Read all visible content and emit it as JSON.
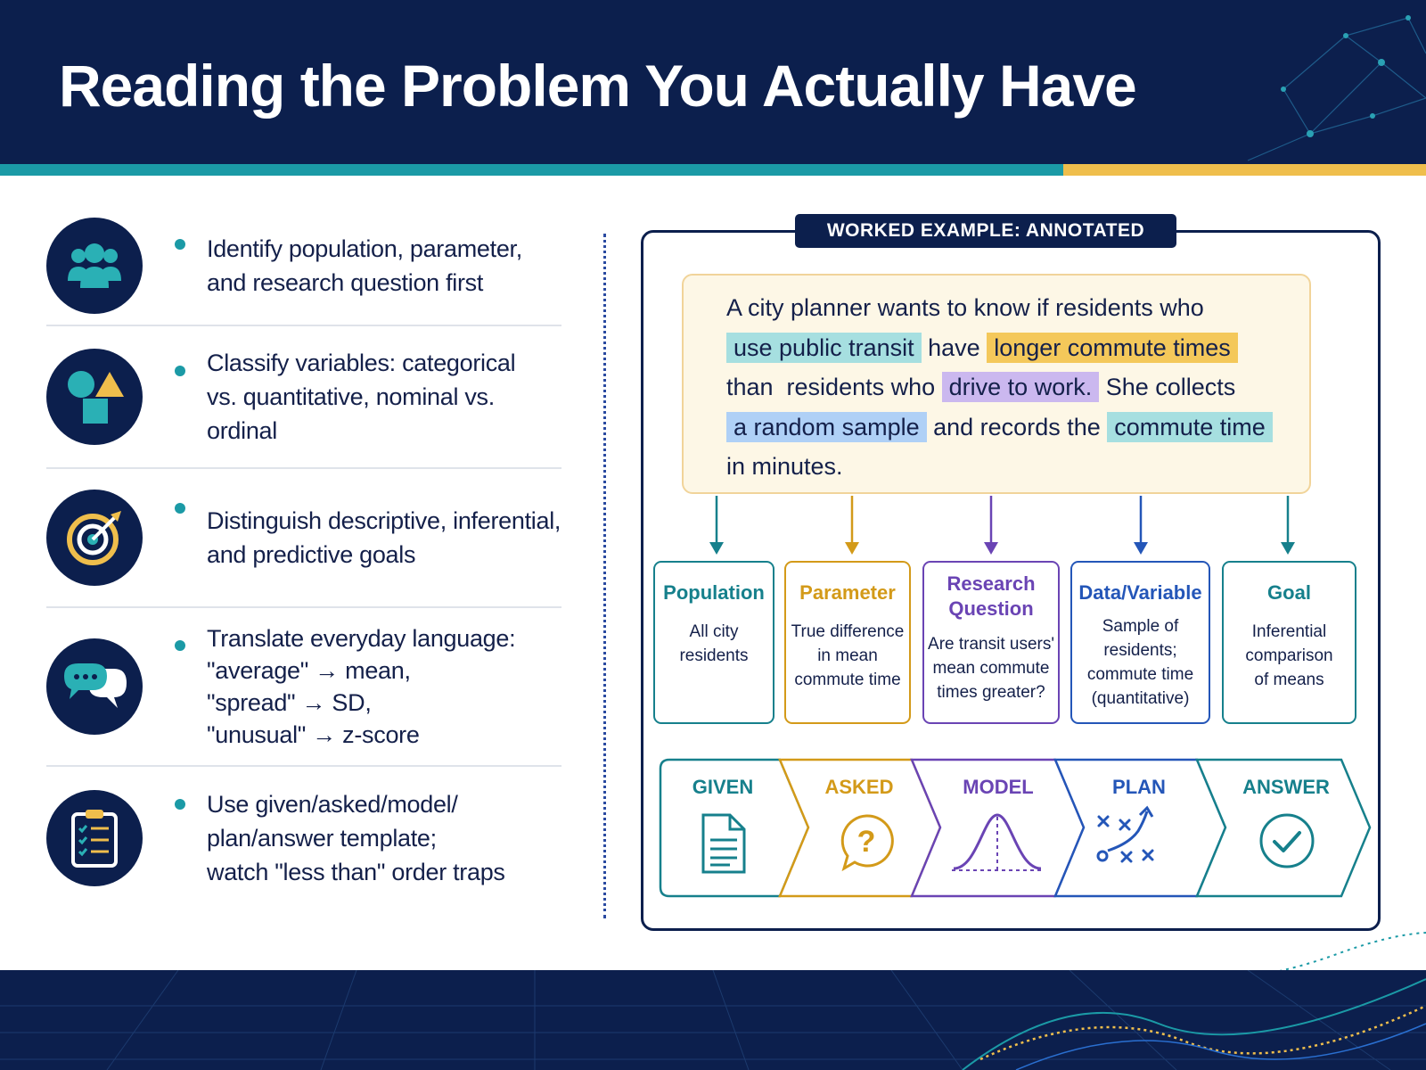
{
  "header": {
    "title": "Reading the Problem You Actually Have"
  },
  "left_items": [
    {
      "icon": "people-icon",
      "text": "Identify population, parameter,\nand research question first"
    },
    {
      "icon": "shapes-icon",
      "text": "Classify variables: categorical\nvs. quantitative, nominal vs. ordinal"
    },
    {
      "icon": "target-icon",
      "text": "Distinguish descriptive, inferential,\nand predictive goals"
    },
    {
      "icon": "chat-bubbles-icon",
      "text": "Translate everyday language:\n\"average\" → mean,\n\"spread\" → SD,\n\"unusual\" → z-score"
    },
    {
      "icon": "clipboard-checklist-icon",
      "text": "Use given/asked/model/\nplan/answer template;\nwatch \"less than\" order traps"
    }
  ],
  "example": {
    "tab_label": "WORKED EXAMPLE: ANNOTATED",
    "problem": {
      "l1": "A city planner wants to know if residents who",
      "h_transit": "use public transit",
      "t_have": "have",
      "h_longer": "longer commute times",
      "t_than": "than  residents who",
      "h_drive": "drive to work.",
      "t_collects": "She collects",
      "h_sample": "a random sample",
      "t_records": "and records the",
      "h_time": "commute time",
      "t_end": "in minutes."
    },
    "categories": [
      {
        "title": "Population",
        "desc": "All city\nresidents",
        "color": "#16808c"
      },
      {
        "title": "Parameter",
        "desc": "True difference\nin mean\ncommute time",
        "color": "#d39a19"
      },
      {
        "title": "Research\nQuestion",
        "desc": "Are transit users'\nmean commute\ntimes greater?",
        "color": "#6a44b4"
      },
      {
        "title": "Data/Variable",
        "desc": "Sample of\nresidents;\ncommute time\n(quantitative)",
        "color": "#2456b8"
      },
      {
        "title": "Goal",
        "desc": "Inferential\ncomparison\nof means",
        "color": "#16808c"
      }
    ],
    "steps": [
      {
        "label": "GIVEN",
        "icon": "document-icon",
        "color": "#16808c"
      },
      {
        "label": "ASKED",
        "icon": "question-bubble-icon",
        "color": "#d39a19"
      },
      {
        "label": "MODEL",
        "icon": "bell-curve-icon",
        "color": "#6a44b4"
      },
      {
        "label": "PLAN",
        "icon": "playbook-icon",
        "color": "#2456b8"
      },
      {
        "label": "ANSWER",
        "icon": "checkmark-circle-icon",
        "color": "#16808c"
      }
    ]
  },
  "colors": {
    "navy": "#0c1f4d",
    "teal": "#1b9aa6",
    "gold": "#efbe4c",
    "purple": "#6a44b4",
    "blue": "#2456b8"
  }
}
